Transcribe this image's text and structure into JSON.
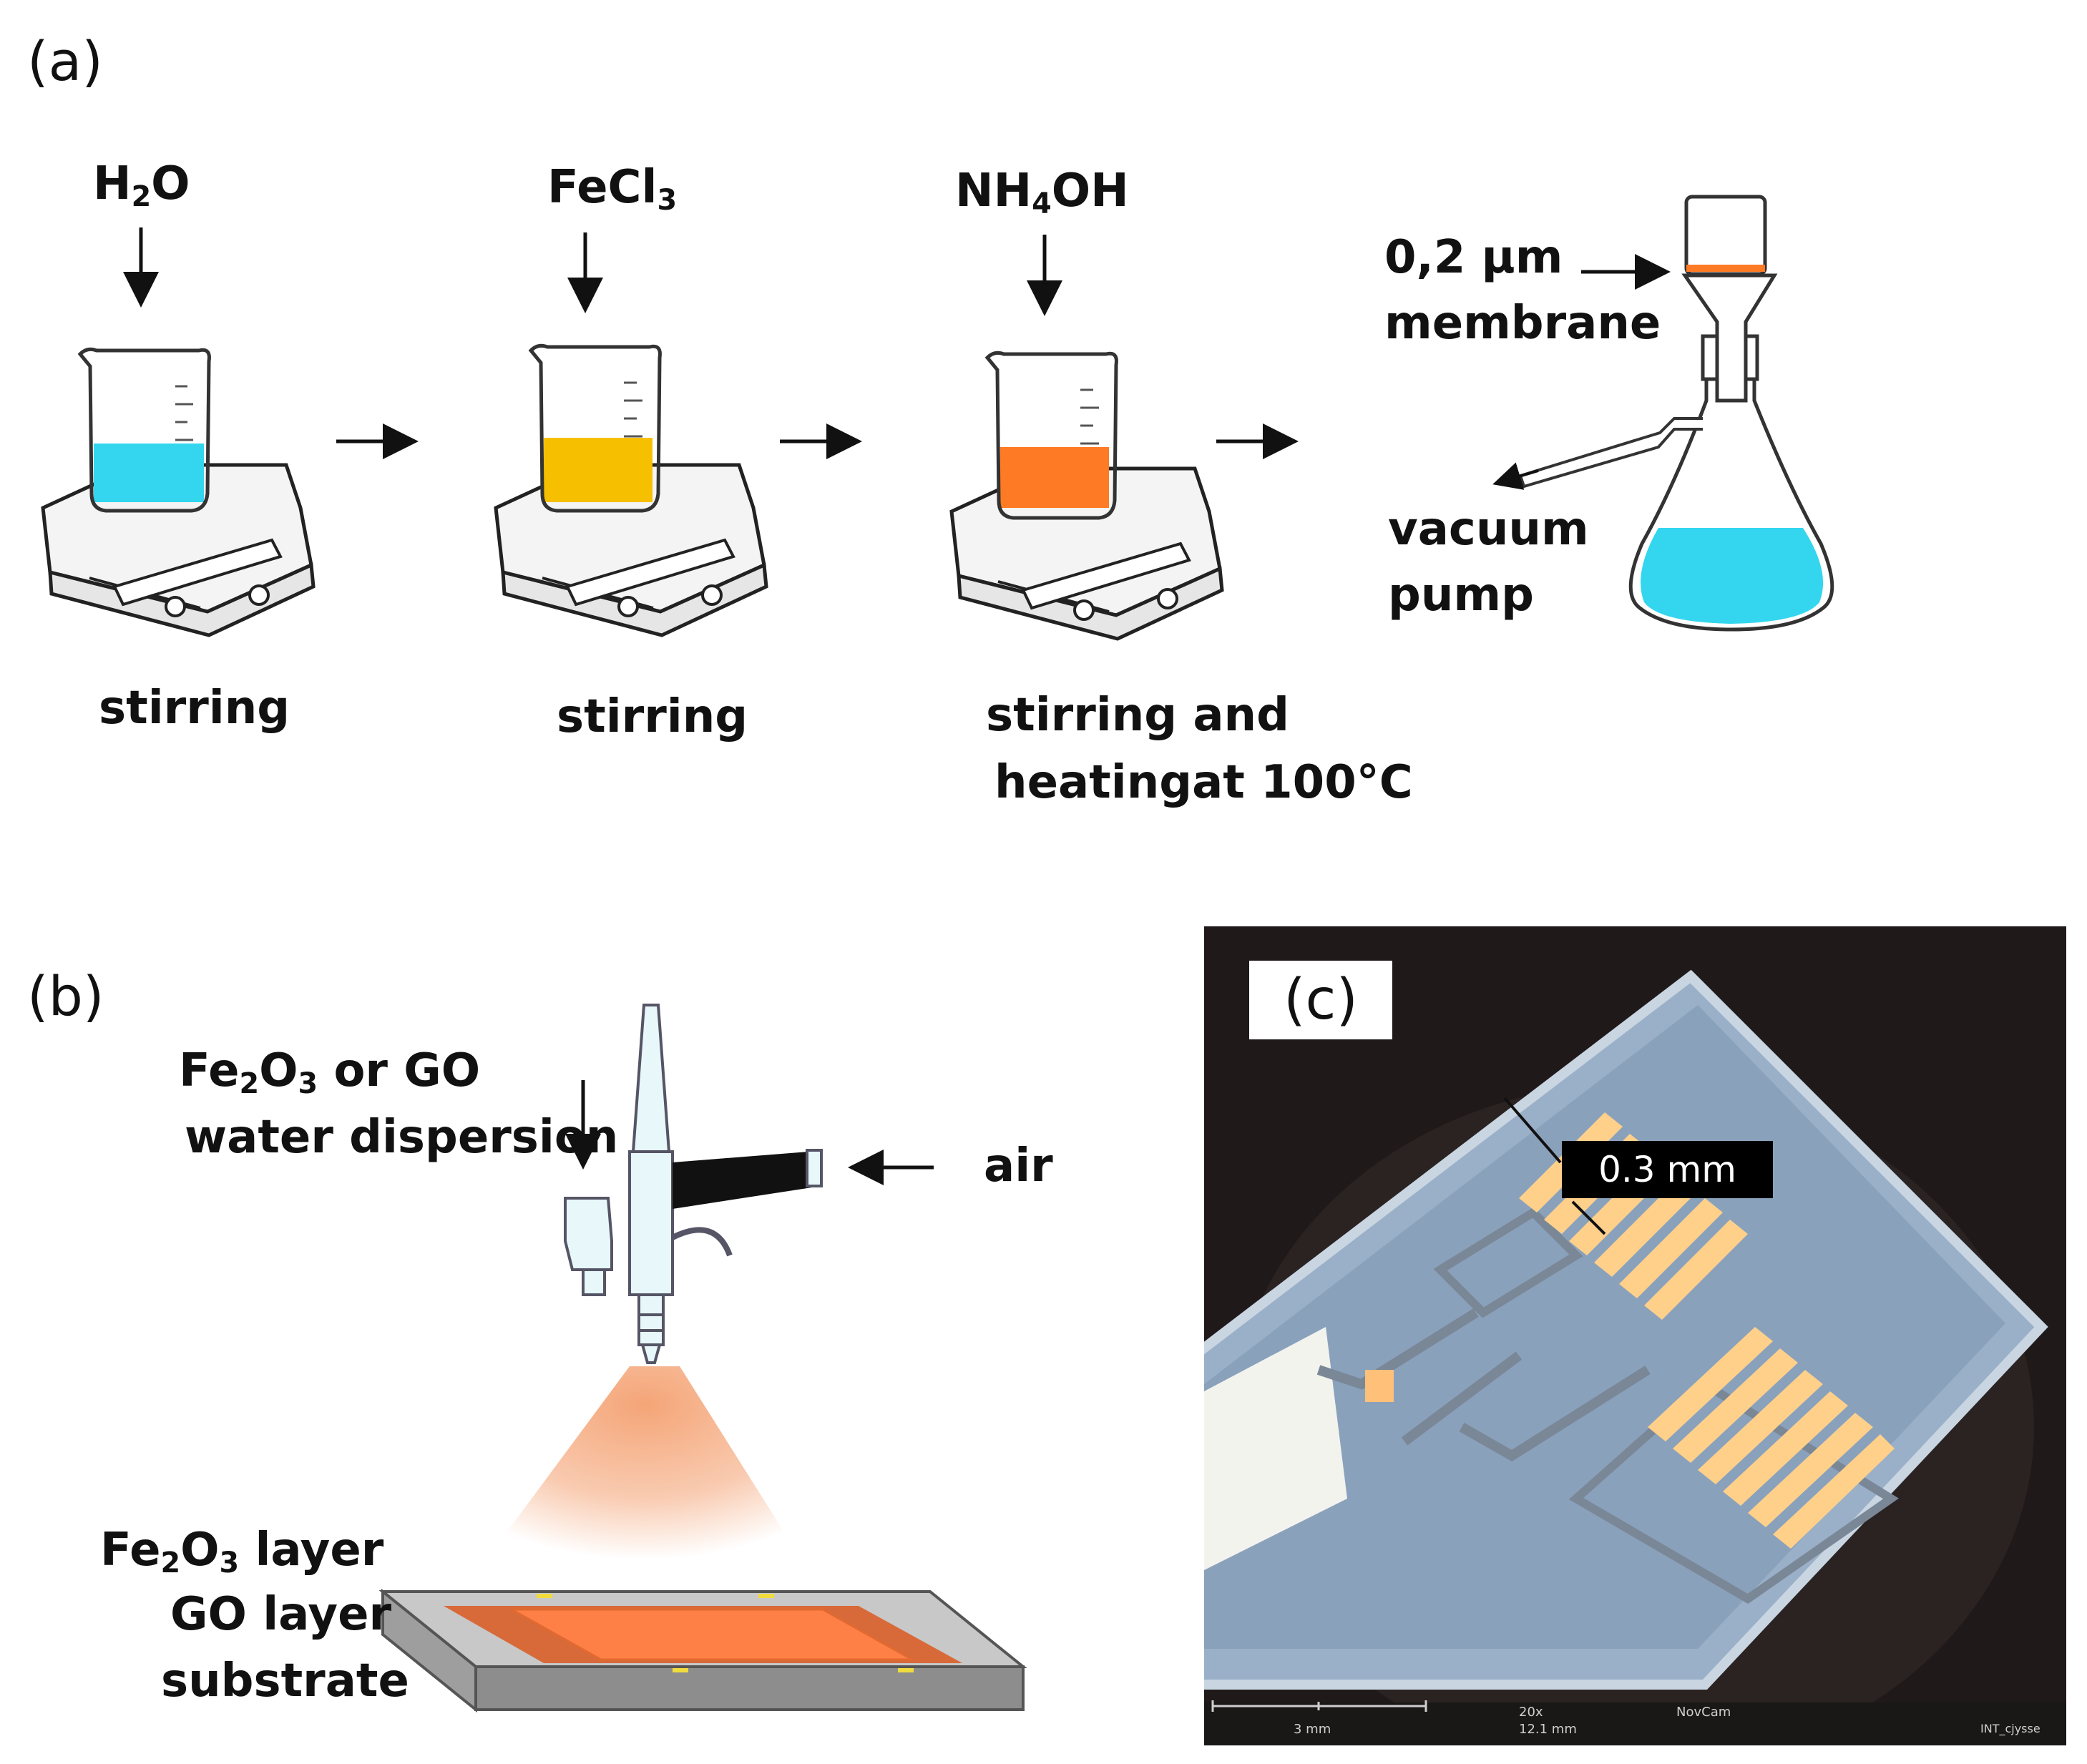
{
  "panels": {
    "a": "(a)",
    "b": "(b)",
    "c": "(c)"
  },
  "step1": {
    "reagent_main": "H",
    "reagent_sub": "2",
    "reagent_end": "O",
    "caption": "stirring",
    "liquid_color": "#33d6ee"
  },
  "step2": {
    "reagent_main": "FeCl",
    "reagent_sub": "3",
    "caption": "stirring",
    "liquid_color": "#f6c000"
  },
  "step3": {
    "reagent_main": "NH",
    "reagent_sub": "4",
    "reagent_end": "OH",
    "caption_line1": "stirring and",
    "caption_line2": "heatingat 100°C",
    "liquid_color": "#ff7a24"
  },
  "step4": {
    "membrane_line1": "0,2 µm",
    "membrane_line2": "membrane",
    "pump_line1": "vacuum",
    "pump_line2": "pump",
    "liquid_color": "#33d6ee"
  },
  "panel_b": {
    "dispersion_a": "Fe",
    "dispersion_sub1": "2",
    "dispersion_b": "O",
    "dispersion_sub2": "3",
    "dispersion_c": " or  GO",
    "dispersion_line2": "water  dispersion",
    "air": "air",
    "layer1_a": "Fe",
    "layer1_sub1": "2",
    "layer1_b": "O",
    "layer1_sub2": "3",
    "layer1_c": "  layer",
    "layer2": "GO layer",
    "layer3": "substrate",
    "spray_color": "#f4a070",
    "layer_color": "#ff8046"
  },
  "panel_c": {
    "scale_tag": "0.3 mm",
    "scalebar_label": "3 mm",
    "footer_zoom": "20x",
    "footer_field": "12.1 mm",
    "footer_cam": "NovCam",
    "footer_brand": "INT_cjysse"
  }
}
